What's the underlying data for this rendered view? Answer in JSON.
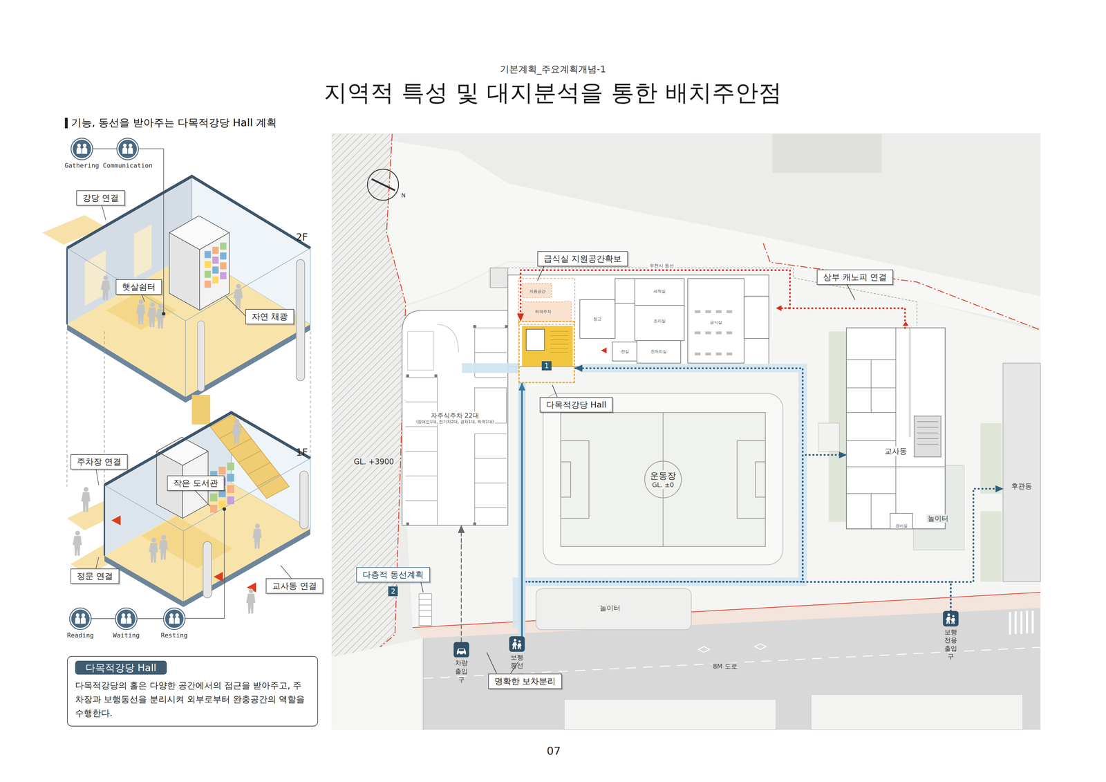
{
  "diagram": {
    "title": "지역적 특성 및 대지분석을 통한 배치주안점",
    "nodes": [
      {
        "text": [
          "Gathering"
        ]
      },
      {
        "text": [
          "Communication"
        ]
      },
      {
        "text": [
          "강당 연결"
        ]
      },
      {
        "text": [
          "햇살쉼터"
        ]
      },
      {
        "text": [
          "자연 채광"
        ]
      },
      {
        "text": [
          "주차장 연결"
        ]
      },
      {
        "text": [
          "작은 도서관"
        ]
      },
      {
        "text": [
          "정문 연결"
        ]
      },
      {
        "text": [
          "교사동 연결"
        ]
      },
      {
        "text": [
          "Reading"
        ]
      },
      {
        "text": [
          "Waiting"
        ]
      },
      {
        "text": [
          "Resting"
        ]
      },
      {
        "text": [
          "다목적강당 Hall",
          "다목적강당의 홀은 다양한 공간에서의 접근을 받아주고, 주차장과 보행동선을 분리시켜 외부로부터 완충공간의 역할을 수행한다."
        ]
      },
      {
        "text": [
          "급식실 지원공간확보"
        ]
      },
      {
        "text": [
          "상부 캐노피 연결"
        ]
      },
      {
        "text": [
          "1"
        ]
      },
      {
        "text": [
          "다목적강당 Hall"
        ]
      },
      {
        "text": [
          "다층적 동선계획",
          "2"
        ]
      },
      {
        "text": [
          "명확한 보차분리"
        ]
      },
      {
        "text": [
          "차량출입구"
        ]
      },
      {
        "text": [
          "보행동선"
        ]
      },
      {
        "text": [
          "보행전용 출입구"
        ]
      },
      {
        "text": [
          "교사동"
        ]
      },
      {
        "text": [
          "운동장",
          "GL. ±0"
        ]
      },
      {
        "text": [
          "후관동"
        ]
      },
      {
        "text": [
          "자주식주차 22대",
          "(장애인1대, 전기차2대, 경차1대, 하역1대)"
        ]
      }
    ],
    "edges": [
      {
        "from": 0,
        "to": 1,
        "arrow": "none"
      },
      {
        "from": 9,
        "to": 10,
        "arrow": "none"
      },
      {
        "from": 10,
        "to": 11,
        "arrow": "none"
      },
      {
        "from": 20,
        "to": 15,
        "arrow": "to"
      },
      {
        "from": 21,
        "to": 15,
        "arrow": "to"
      },
      {
        "from": 21,
        "to": 22,
        "arrow": "to"
      },
      {
        "from": 21,
        "to": 24,
        "arrow": "to"
      },
      {
        "from": 22,
        "to": 15,
        "arrow": "to"
      },
      {
        "from": 19,
        "to": 25,
        "arrow": "to"
      }
    ],
    "labels": [
      "기본계획_주요계획개념-1",
      "기능, 동선을 받아주는 다목적강당 Hall 계획",
      "2F",
      "1F",
      "N",
      "우천시 동선",
      "지원공간",
      "하역주차",
      "창고",
      "세척실",
      "조리실",
      "급식실",
      "전실",
      "전처리실",
      "GL. +3900",
      "경비실",
      "놀이터",
      "놀이터",
      "8M 도로",
      "07"
    ]
  }
}
